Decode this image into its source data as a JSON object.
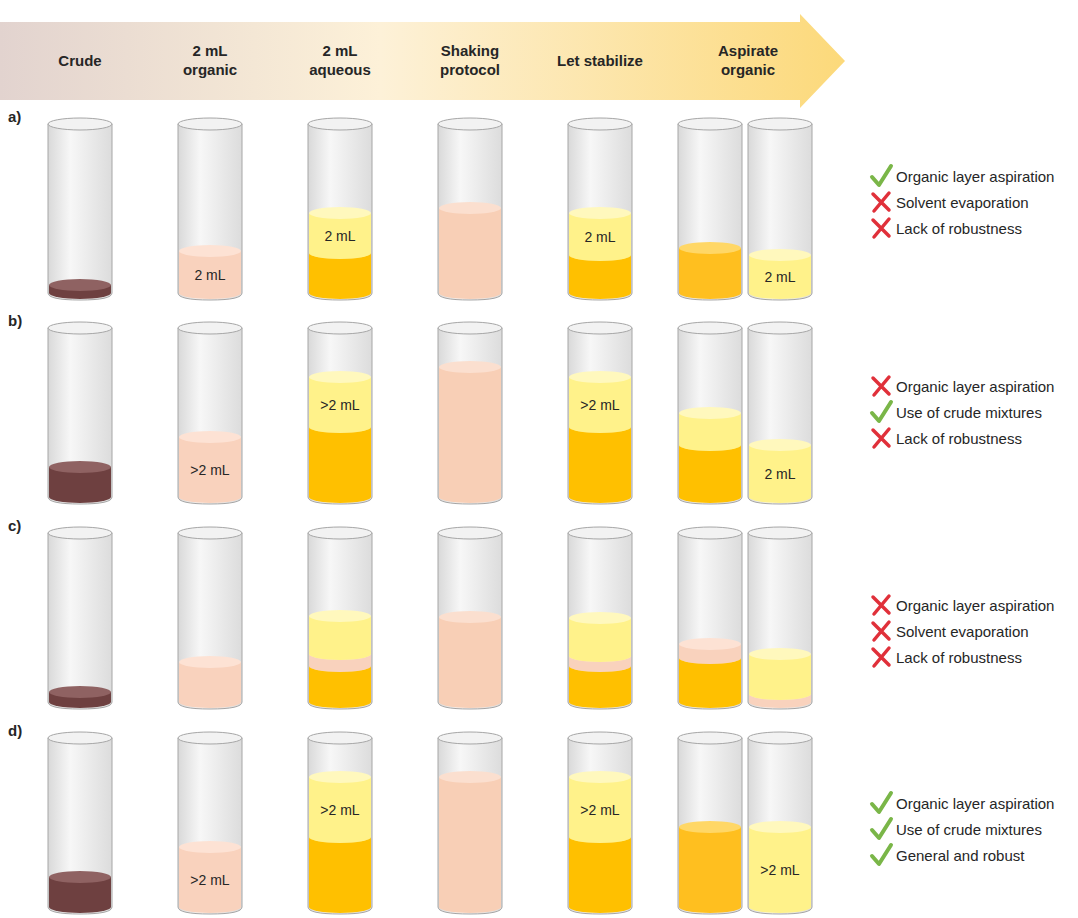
{
  "diagram": {
    "nodes": [
      {
        "text": [
          "Crude",
          "2 mL organic",
          "2 mL aqueous",
          "Shaking protocol",
          "Let stabilize",
          "Aspirate organic"
        ]
      },
      {
        "text": [
          "2 mL"
        ]
      },
      {
        "text": [
          "2 mL"
        ]
      },
      {
        "text": [
          "2 mL"
        ]
      },
      {
        "text": [
          "2 mL"
        ]
      },
      {
        "text": [
          ">2 mL"
        ]
      },
      {
        "text": [
          ">2 mL"
        ]
      },
      {
        "text": [
          ">2 mL"
        ]
      },
      {
        "text": [
          "2 mL"
        ]
      },
      {
        "text": [
          ">2 mL"
        ]
      },
      {
        "text": [
          ">2 mL"
        ]
      },
      {
        "text": [
          ">2 mL"
        ]
      },
      {
        "text": [
          ">2 mL"
        ]
      }
    ],
    "labels": [
      "a)",
      "b)",
      "c)",
      "d)",
      "Organic layer aspiration",
      "Solvent evaporation",
      "Lack of robustness",
      "Organic layer aspiration",
      "Use of crude mixtures",
      "Lack of robustness",
      "Organic layer aspiration",
      "Solvent evaporation",
      "Lack of robustness",
      "Organic layer aspiration",
      "Use of crude mixtures",
      "General and robust"
    ]
  }
}
